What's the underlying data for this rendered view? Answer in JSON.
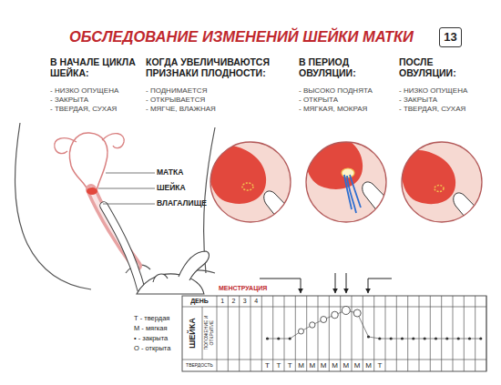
{
  "diagram": {
    "title": "ОБСЛЕДОВАНИЕ ИЗМЕНЕНИЙ ШЕЙКИ МАТКИ",
    "nodes": [
      {
        "text": [
          "13"
        ]
      }
    ],
    "labels": [
      "В НАЧАЛЕ ЦИКЛА ШЕЙКА:",
      "- НИЗКО ОПУЩЕНА",
      "- ЗАКРЫТА",
      "- ТВЕРДАЯ, СУХАЯ",
      "КОГДА УВЕЛИЧИВАЮТСЯ ПРИЗНАКИ ПЛОДНОСТИ:",
      "- ПОДНИМАЕТСЯ",
      "- ОТКРЫВАЕТСЯ",
      "- МЯГЧЕ, ВЛАЖНАЯ",
      "В ПЕРИОД ОВУЛЯЦИИ:",
      "- ВЫСОКО ПОДНЯТА",
      "- ОТКРЫТА",
      "- МЯГКАЯ, МОКРАЯ",
      "ПОСЛЕ ОВУЛЯЦИИ:",
      "- НИЗКО ОПУЩЕНА",
      "- ЗАКРЫТА",
      "- ТВЕРДАЯ, СУХАЯ",
      "МАТКА",
      "ШЕЙКА",
      "ВЛАГАЛИЩЕ",
      "МЕНСТРУАЦИЯ",
      "ДЕНЬ",
      "1",
      "2",
      "3",
      "4",
      "ШЕЙКА",
      "ПОЛОЖЕНИЕ И ОТКРЫТИЕ",
      "ТВЕРДОСТЬ",
      "Т",
      "Т",
      "Т",
      "М",
      "М",
      "М",
      "М",
      "М",
      "М",
      "М",
      "Т"
    ],
    "legend": [
      {
        "text": "Т - твердая"
      },
      {
        "text": "М - мягкая"
      },
      {
        "text": "• - закрыта"
      },
      {
        "text": "О - открыта"
      }
    ]
  }
}
